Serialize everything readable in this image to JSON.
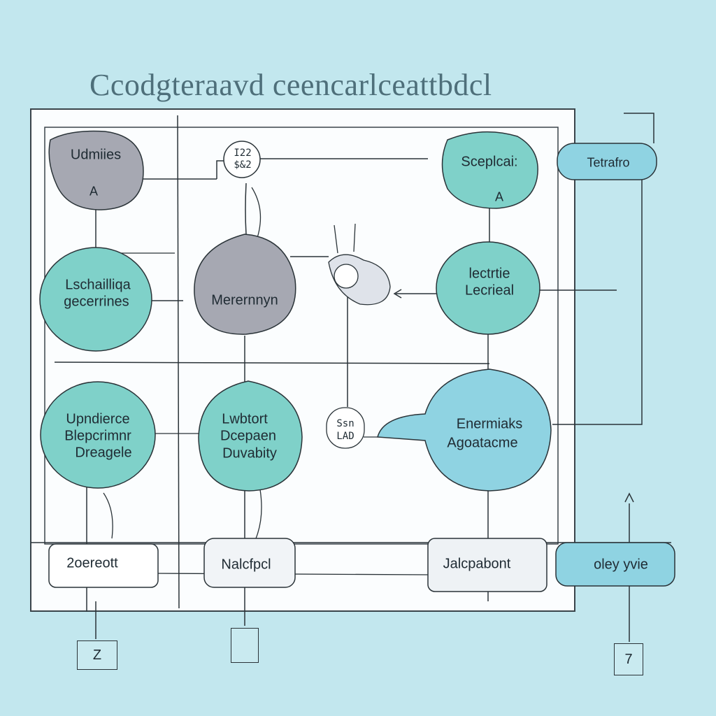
{
  "title": "Ccodgteraavd ceencarlceattbdcl",
  "nodes": {
    "udmues": "Udmiies",
    "udmues_mark": "A",
    "sceplcai": "Sceplcai:",
    "sceplcai_mark": "A",
    "tetrafro": "Tetrafro",
    "lschaillqa_line1": "Lschailliqa",
    "lschaillqa_line2": "gecerrines",
    "merernn": "Merernnyn",
    "lectrie_line1": "lectrtie",
    "lectrie_line2": "Lecrieal",
    "upndierc_line1": "Upndierce",
    "upndierc_line2": "Blepcrimnr",
    "upndierc_line3": "Dreagele",
    "lwbtort_line1": "Lwbtort",
    "lwbtort_line2": "Dcepaen",
    "lwbtort_line3": "Duvabity",
    "enermiaks_line1": "Enermiaks",
    "enermiaks_line2": "Agoatacme",
    "top_small_line1": "I22",
    "top_small_line2": "$&2",
    "mid_small_line1": "Ssn",
    "mid_small_line2": "LAD",
    "zoereott": "2oereott",
    "nalcfpol": "Nalcfpcl",
    "jalcpabont": "Jalcpabont",
    "oley_yvie": "oley yvie",
    "box_left": "Z",
    "box_mid": "",
    "box_right": "7"
  },
  "colors": {
    "background": "#c2e7ee",
    "panel": "#fdfefe",
    "teal_node": "#7fd1c9",
    "blue_node": "#8fd3e2",
    "gray_node": "#a6a8b2",
    "line": "#2a3338"
  }
}
